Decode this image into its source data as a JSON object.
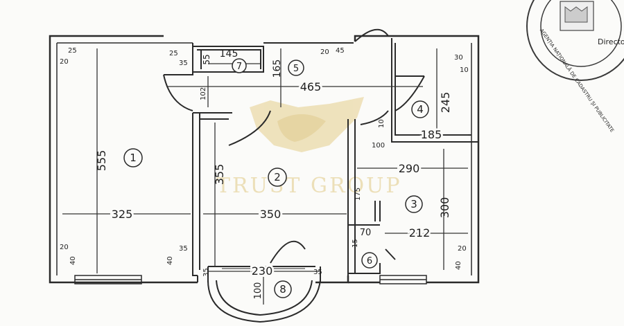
{
  "rooms": [
    {
      "number": "1",
      "width": "325",
      "height": "555"
    },
    {
      "number": "2",
      "width": "350",
      "height": "355"
    },
    {
      "number": "3",
      "width": "290",
      "height": "300"
    },
    {
      "number": "4",
      "width": "185",
      "height": "245"
    },
    {
      "number": "5",
      "width": "465",
      "height": "165"
    },
    {
      "number": "6",
      "width": "70",
      "height": "212"
    },
    {
      "number": "7",
      "width": "145",
      "height": "55"
    },
    {
      "number": "8",
      "width": "230",
      "height": "100"
    }
  ],
  "small_dims": {
    "r1_tl_25": "25",
    "r1_tl_20": "20",
    "r1_tr_25": "25",
    "r1_tr_35": "35",
    "r1_bl_20": "20",
    "r1_bl_40": "40",
    "r1_br_40": "40",
    "r1_br_35": "35",
    "hall_102": "102",
    "hall_20": "20",
    "hall_45": "45",
    "r4_30": "30",
    "r4_10a": "10",
    "r4_10b": "10",
    "r4_100": "100",
    "r2_175": "175",
    "r6_15": "15",
    "r3_40": "40",
    "r3_20": "20",
    "bal_35a": "35",
    "bal_35b": "35"
  },
  "watermark": "TRUST GROUP",
  "stamp": {
    "ring_text": "AGENȚIA NAȚIONALĂ DE CADASTRU ȘI PUBLICITATE",
    "inner_text": "Director"
  }
}
